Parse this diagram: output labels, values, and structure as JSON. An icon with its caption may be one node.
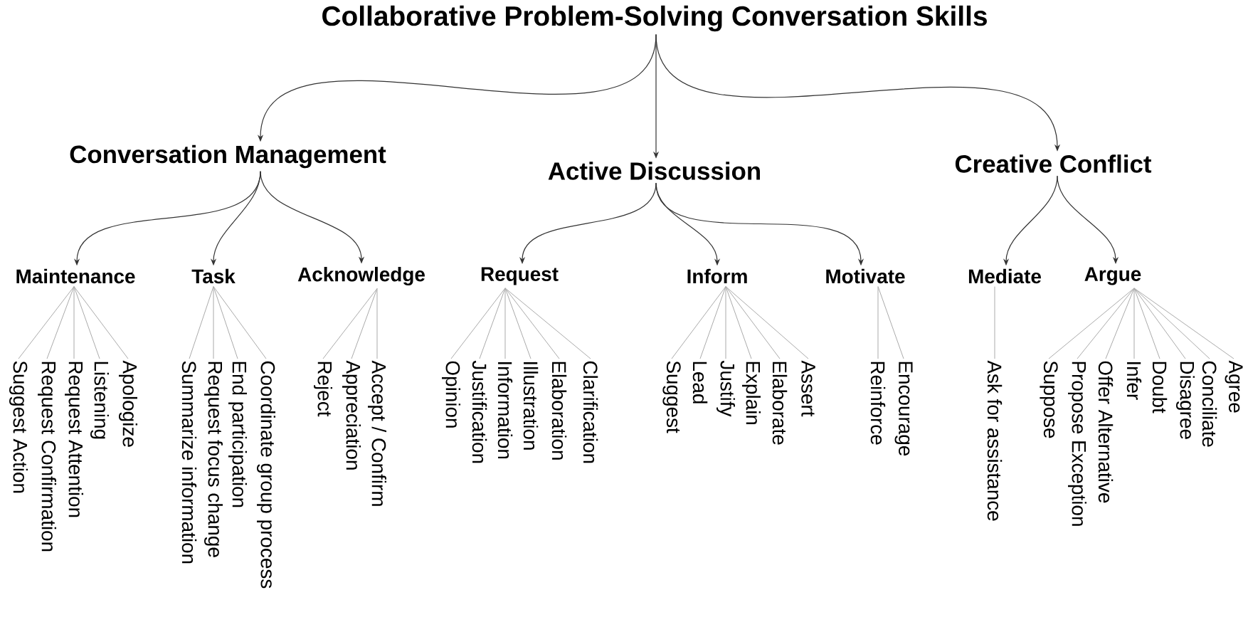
{
  "diagram": {
    "nodes": [
      {
        "text": [
          "Collaborative Problem-Solving Conversation Skills"
        ]
      },
      {
        "text": [
          "Conversation Management"
        ]
      },
      {
        "text": [
          "Active Discussion"
        ]
      },
      {
        "text": [
          "Creative Conflict"
        ]
      },
      {
        "text": [
          "Maintenance"
        ]
      },
      {
        "text": [
          "Task"
        ]
      },
      {
        "text": [
          "Acknowledge"
        ]
      },
      {
        "text": [
          "Request"
        ]
      },
      {
        "text": [
          "Inform"
        ]
      },
      {
        "text": [
          "Motivate"
        ]
      },
      {
        "text": [
          "Mediate"
        ]
      },
      {
        "text": [
          "Argue"
        ]
      },
      {
        "text": [
          "Suggest Action"
        ]
      },
      {
        "text": [
          "Request Confirmation"
        ]
      },
      {
        "text": [
          "Request Attention"
        ]
      },
      {
        "text": [
          "Listening"
        ]
      },
      {
        "text": [
          "Apologize"
        ]
      },
      {
        "text": [
          "Summarize information"
        ]
      },
      {
        "text": [
          "Request focus change"
        ]
      },
      {
        "text": [
          "End participation"
        ]
      },
      {
        "text": [
          "Coordinate group process"
        ]
      },
      {
        "text": [
          "Reject"
        ]
      },
      {
        "text": [
          "Appreciation"
        ]
      },
      {
        "text": [
          "Accept / Confirm"
        ]
      },
      {
        "text": [
          "Opinion"
        ]
      },
      {
        "text": [
          "Justification"
        ]
      },
      {
        "text": [
          "Information"
        ]
      },
      {
        "text": [
          "Illustration"
        ]
      },
      {
        "text": [
          "Elaboration"
        ]
      },
      {
        "text": [
          "Clarification"
        ]
      },
      {
        "text": [
          "Suggest"
        ]
      },
      {
        "text": [
          "Lead"
        ]
      },
      {
        "text": [
          "Justify"
        ]
      },
      {
        "text": [
          "Explain"
        ]
      },
      {
        "text": [
          "Elaborate"
        ]
      },
      {
        "text": [
          "Assert"
        ]
      },
      {
        "text": [
          "Reinforce"
        ]
      },
      {
        "text": [
          "Encourage"
        ]
      },
      {
        "text": [
          "Ask for assistance"
        ]
      },
      {
        "text": [
          "Suppose"
        ]
      },
      {
        "text": [
          "Propose Exception"
        ]
      },
      {
        "text": [
          "Offer Alternative"
        ]
      },
      {
        "text": [
          "Infer"
        ]
      },
      {
        "text": [
          "Doubt"
        ]
      },
      {
        "text": [
          "Disagree"
        ]
      },
      {
        "text": [
          "Conciliate"
        ]
      },
      {
        "text": [
          "Agree"
        ]
      }
    ],
    "edges": [
      {
        "from": 0,
        "to": 1,
        "arrow": "to",
        "color": "#333333"
      },
      {
        "from": 0,
        "to": 2,
        "arrow": "to",
        "color": "#333333"
      },
      {
        "from": 0,
        "to": 3,
        "arrow": "to",
        "color": "#333333"
      },
      {
        "from": 1,
        "to": 4,
        "arrow": "to",
        "color": "#333333"
      },
      {
        "from": 1,
        "to": 5,
        "arrow": "to",
        "color": "#333333"
      },
      {
        "from": 1,
        "to": 6,
        "arrow": "to",
        "color": "#333333"
      },
      {
        "from": 2,
        "to": 7,
        "arrow": "to",
        "color": "#333333"
      },
      {
        "from": 2,
        "to": 8,
        "arrow": "to",
        "color": "#333333"
      },
      {
        "from": 2,
        "to": 9,
        "arrow": "to",
        "color": "#333333"
      },
      {
        "from": 3,
        "to": 10,
        "arrow": "to",
        "color": "#333333"
      },
      {
        "from": 3,
        "to": 11,
        "arrow": "to",
        "color": "#333333"
      },
      {
        "from": 4,
        "to": 12,
        "arrow": "none"
      },
      {
        "from": 4,
        "to": 13,
        "arrow": "none"
      },
      {
        "from": 4,
        "to": 14,
        "arrow": "none"
      },
      {
        "from": 4,
        "to": 15,
        "arrow": "none"
      },
      {
        "from": 4,
        "to": 16,
        "arrow": "none"
      },
      {
        "from": 5,
        "to": 17,
        "arrow": "none"
      },
      {
        "from": 5,
        "to": 18,
        "arrow": "none"
      },
      {
        "from": 5,
        "to": 19,
        "arrow": "none"
      },
      {
        "from": 5,
        "to": 20,
        "arrow": "none"
      },
      {
        "from": 6,
        "to": 21,
        "arrow": "none"
      },
      {
        "from": 6,
        "to": 22,
        "arrow": "none"
      },
      {
        "from": 6,
        "to": 23,
        "arrow": "none"
      },
      {
        "from": 7,
        "to": 24,
        "arrow": "none"
      },
      {
        "from": 7,
        "to": 25,
        "arrow": "none"
      },
      {
        "from": 7,
        "to": 26,
        "arrow": "none"
      },
      {
        "from": 7,
        "to": 27,
        "arrow": "none"
      },
      {
        "from": 7,
        "to": 28,
        "arrow": "none"
      },
      {
        "from": 7,
        "to": 29,
        "arrow": "none"
      },
      {
        "from": 8,
        "to": 30,
        "arrow": "none"
      },
      {
        "from": 8,
        "to": 31,
        "arrow": "none"
      },
      {
        "from": 8,
        "to": 32,
        "arrow": "none"
      },
      {
        "from": 8,
        "to": 33,
        "arrow": "none"
      },
      {
        "from": 8,
        "to": 34,
        "arrow": "none"
      },
      {
        "from": 8,
        "to": 35,
        "arrow": "none"
      },
      {
        "from": 9,
        "to": 36,
        "arrow": "none"
      },
      {
        "from": 9,
        "to": 37,
        "arrow": "none"
      },
      {
        "from": 10,
        "to": 38,
        "arrow": "none"
      },
      {
        "from": 11,
        "to": 39,
        "arrow": "none"
      },
      {
        "from": 11,
        "to": 40,
        "arrow": "none"
      },
      {
        "from": 11,
        "to": 41,
        "arrow": "none"
      },
      {
        "from": 11,
        "to": 42,
        "arrow": "none"
      },
      {
        "from": 11,
        "to": 43,
        "arrow": "none"
      },
      {
        "from": 11,
        "to": 44,
        "arrow": "none"
      },
      {
        "from": 11,
        "to": 45,
        "arrow": "none"
      },
      {
        "from": 11,
        "to": 46,
        "arrow": "none"
      }
    ]
  }
}
